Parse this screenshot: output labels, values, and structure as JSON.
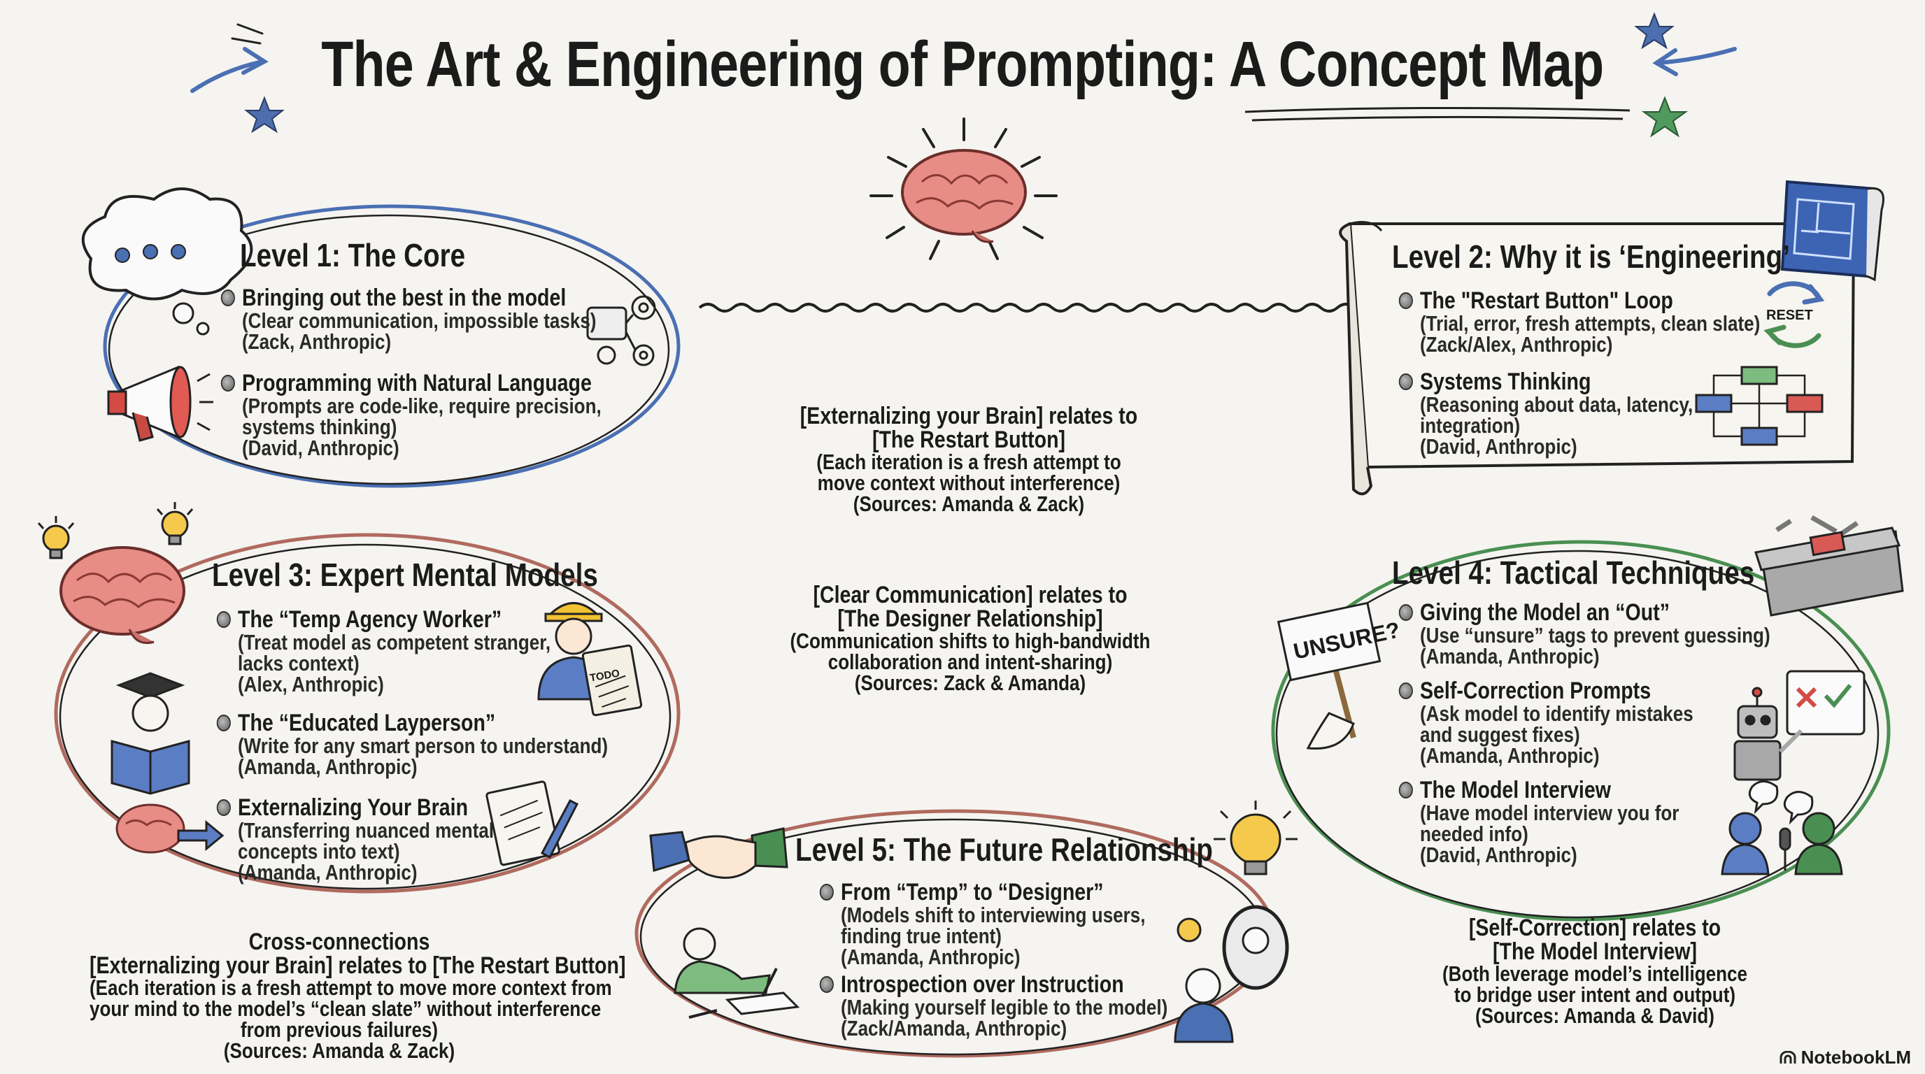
{
  "title": "The Art & Engineering of Prompting: A Concept Map",
  "level1": {
    "heading": "Level 1: The Core",
    "items": [
      {
        "lead": "Bringing out the best in the model",
        "detail": "(Clear communication, impossible tasks)",
        "source": "(Zack, Anthropic)"
      },
      {
        "lead": "Programming with Natural Language",
        "detail1": "(Prompts are code-like, require precision,",
        "detail2": "systems thinking)",
        "source": "(David, Anthropic)"
      }
    ]
  },
  "level2": {
    "heading": "Level 2: Why it is ‘Engineering’",
    "reset_label": "RESET",
    "items": [
      {
        "lead": "The \"Restart Button\" Loop",
        "detail": "(Trial, error, fresh attempts, clean slate)",
        "source": "(Zack/Alex, Anthropic)"
      },
      {
        "lead": "Systems Thinking",
        "detail1": "(Reasoning about data, latency,",
        "detail2": "integration)",
        "source": "(David, Anthropic)"
      }
    ]
  },
  "level3": {
    "heading": "Level 3: Expert Mental Models",
    "clipboard_label": "TODO",
    "items": [
      {
        "lead": "The “Temp Agency Worker”",
        "detail1": "(Treat model as competent stranger,",
        "detail2": "lacks context)",
        "source": "(Alex, Anthropic)"
      },
      {
        "lead": "The “Educated Layperson”",
        "detail": "(Write for any smart person to understand)",
        "source": "(Amanda, Anthropic)"
      },
      {
        "lead": "Externalizing Your Brain",
        "detail1": "(Transferring nuanced mental",
        "detail2": "concepts into text)",
        "source": "(Amanda, Anthropic)"
      }
    ]
  },
  "level4": {
    "heading": "Level 4: Tactical Techniques",
    "sign_label": "UNSURE?",
    "items": [
      {
        "lead": "Giving the Model an “Out”",
        "detail": "(Use “unsure” tags to prevent guessing)",
        "source": "(Amanda, Anthropic)"
      },
      {
        "lead": "Self-Correction Prompts",
        "detail1": "(Ask model to identify mistakes",
        "detail2": "and suggest fixes)",
        "source": "(Amanda, Anthropic)"
      },
      {
        "lead": "The Model Interview",
        "detail1": "(Have model interview you for",
        "detail2": "needed info)",
        "source": "(David, Anthropic)"
      }
    ]
  },
  "level5": {
    "heading": "Level 5: The Future Relationship",
    "items": [
      {
        "lead": "From “Temp” to “Designer”",
        "detail1": "(Models shift to interviewing users,",
        "detail2": "finding true intent)",
        "source": "(Amanda, Anthropic)"
      },
      {
        "lead": "Introspection over Instruction",
        "detail": "(Making yourself legible to the model)",
        "source": "(Zack/Amanda, Anthropic)"
      }
    ]
  },
  "relations": {
    "r1": {
      "l1": "[Externalizing your Brain] relates to",
      "l2": "[The Restart Button]",
      "l3": "(Each iteration is a fresh attempt to",
      "l4": "move context without interference)",
      "l5": "(Sources: Amanda & Zack)"
    },
    "r2": {
      "l1": "[Clear Communication] relates to",
      "l2": "[The Designer Relationship]",
      "l3": "(Communication shifts to high-bandwidth",
      "l4": "collaboration and intent-sharing)",
      "l5": "(Sources: Zack & Amanda)"
    },
    "r3": {
      "l1": "[Self-Correction] relates to",
      "l2": "[The Model Interview]",
      "l3": "(Both leverage model’s intelligence",
      "l4": "to bridge user intent and output)",
      "l5": "(Sources: Amanda & David)"
    }
  },
  "cross": {
    "heading": "Cross-connections",
    "l1": "[Externalizing your Brain] relates to [The Restart Button]",
    "l2": "(Each iteration is a fresh attempt to move more context from",
    "l3": "your mind to the model’s “clean slate” without interference",
    "l4": "from previous failures)",
    "l5": "(Sources: Amanda & Zack)"
  },
  "footer": {
    "brand": "NotebookLM"
  },
  "colors": {
    "blue": "#4a6fb3",
    "red": "#b06a5e",
    "green": "#4a8f52",
    "brain": "#e88c86",
    "star_blue": "#4e6faf",
    "star_green": "#4f9a5c"
  }
}
